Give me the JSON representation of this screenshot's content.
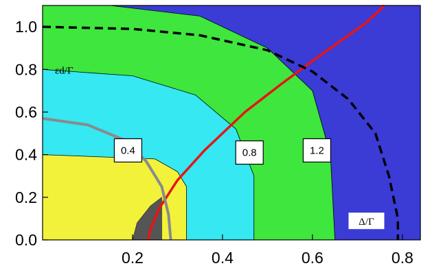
{
  "chart_data": {
    "type": "contour",
    "xlabel": "Δ/Γ",
    "ylabel": "εd/Γ",
    "xlim": [
      0,
      0.84
    ],
    "ylim": [
      0,
      1.1
    ],
    "x_ticks": [
      "0.2",
      "0.4",
      "0.6",
      "0.8"
    ],
    "y_ticks": [
      "0.0",
      "0.2",
      "0.4",
      "0.6",
      "0.8",
      "1.0"
    ],
    "region_colors": [
      "#3b3bd6",
      "#3ee63e",
      "#35e8f2",
      "#f2f23a",
      "#555555"
    ],
    "contour_labels": [
      {
        "text": "0.4",
        "x": 0.19,
        "y": 0.42
      },
      {
        "text": "0.8",
        "x": 0.46,
        "y": 0.41
      },
      {
        "text": "1.2",
        "x": 0.61,
        "y": 0.42
      }
    ],
    "contour_boundaries": [
      {
        "between": "yellow/cyan",
        "points": [
          [
            0,
            0.4
          ],
          [
            0.25,
            0.38
          ],
          [
            0.3,
            0.32
          ],
          [
            0.32,
            0.25
          ],
          [
            0.32,
            0
          ]
        ]
      },
      {
        "between": "cyan/green",
        "points": [
          [
            0,
            0.8
          ],
          [
            0.2,
            0.77
          ],
          [
            0.34,
            0.68
          ],
          [
            0.43,
            0.52
          ],
          [
            0.47,
            0.3
          ],
          [
            0.47,
            0
          ]
        ]
      },
      {
        "between": "green/blue",
        "points": [
          [
            0.15,
            1.1
          ],
          [
            0.35,
            1.05
          ],
          [
            0.5,
            0.9
          ],
          [
            0.6,
            0.7
          ],
          [
            0.64,
            0.4
          ],
          [
            0.65,
            0
          ]
        ]
      }
    ],
    "series": [
      {
        "style": "red solid",
        "points": [
          [
            0.235,
            0
          ],
          [
            0.24,
            0.05
          ],
          [
            0.26,
            0.15
          ],
          [
            0.3,
            0.28
          ],
          [
            0.36,
            0.42
          ],
          [
            0.45,
            0.6
          ],
          [
            0.53,
            0.73
          ],
          [
            0.6,
            0.84
          ],
          [
            0.66,
            0.93
          ],
          [
            0.72,
            1.02
          ],
          [
            0.76,
            1.1
          ]
        ]
      },
      {
        "style": "black dashed",
        "points": [
          [
            0,
            1.0
          ],
          [
            0.2,
            0.99
          ],
          [
            0.35,
            0.96
          ],
          [
            0.5,
            0.89
          ],
          [
            0.6,
            0.79
          ],
          [
            0.68,
            0.66
          ],
          [
            0.74,
            0.5
          ],
          [
            0.77,
            0.3
          ],
          [
            0.79,
            0.1
          ],
          [
            0.79,
            0
          ]
        ]
      },
      {
        "style": "gray solid",
        "points": [
          [
            0,
            0.57
          ],
          [
            0.1,
            0.54
          ],
          [
            0.18,
            0.47
          ],
          [
            0.23,
            0.37
          ],
          [
            0.265,
            0.25
          ],
          [
            0.28,
            0.12
          ],
          [
            0.285,
            0
          ]
        ]
      }
    ],
    "dark_patch": [
      [
        0.2,
        0
      ],
      [
        0.21,
        0.08
      ],
      [
        0.24,
        0.16
      ],
      [
        0.265,
        0.2
      ],
      [
        0.265,
        0
      ]
    ],
    "grid": false,
    "legend": "none"
  }
}
